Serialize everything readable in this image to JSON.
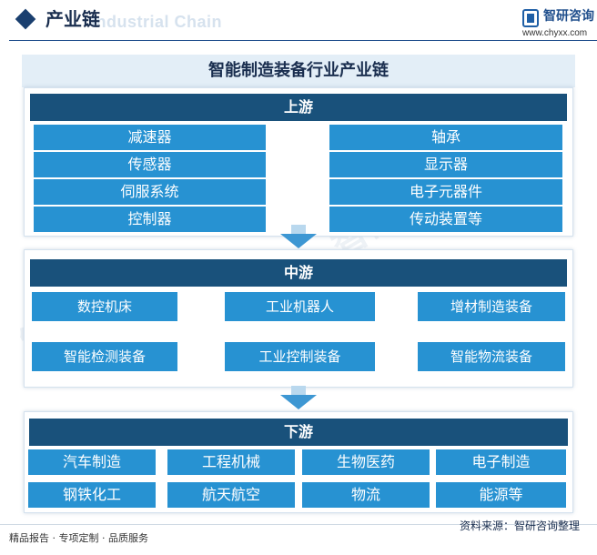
{
  "header": {
    "title": "产业链",
    "subtitle_en": "Industrial Chain",
    "logo_name": "智研咨询",
    "logo_url": "www.chyxx.com"
  },
  "diagram": {
    "title": "智能制造装备行业产业链",
    "upstream": {
      "label": "上游",
      "left_items": [
        "减速器",
        "传感器",
        "伺服系统",
        "控制器"
      ],
      "right_items": [
        "轴承",
        "显示器",
        "电子元器件",
        "传动装置等"
      ]
    },
    "midstream": {
      "label": "中游",
      "items": [
        "数控机床",
        "工业机器人",
        "增材制造装备",
        "智能检测装备",
        "工业控制装备",
        "智能物流装备"
      ]
    },
    "downstream": {
      "label": "下游",
      "items": [
        "汽车制造",
        "工程机械",
        "生物医药",
        "电子制造",
        "钢铁化工",
        "航天航空",
        "物流",
        "能源等"
      ]
    }
  },
  "footer": {
    "left": "精品报告 · 专项定制 · 品质服务",
    "source": "资料来源：智研咨询整理"
  },
  "colors": {
    "section_header": "#19517b",
    "item_box": "#2792d2",
    "title_band": "#e3eef7",
    "accent": "#1a3f6f"
  }
}
